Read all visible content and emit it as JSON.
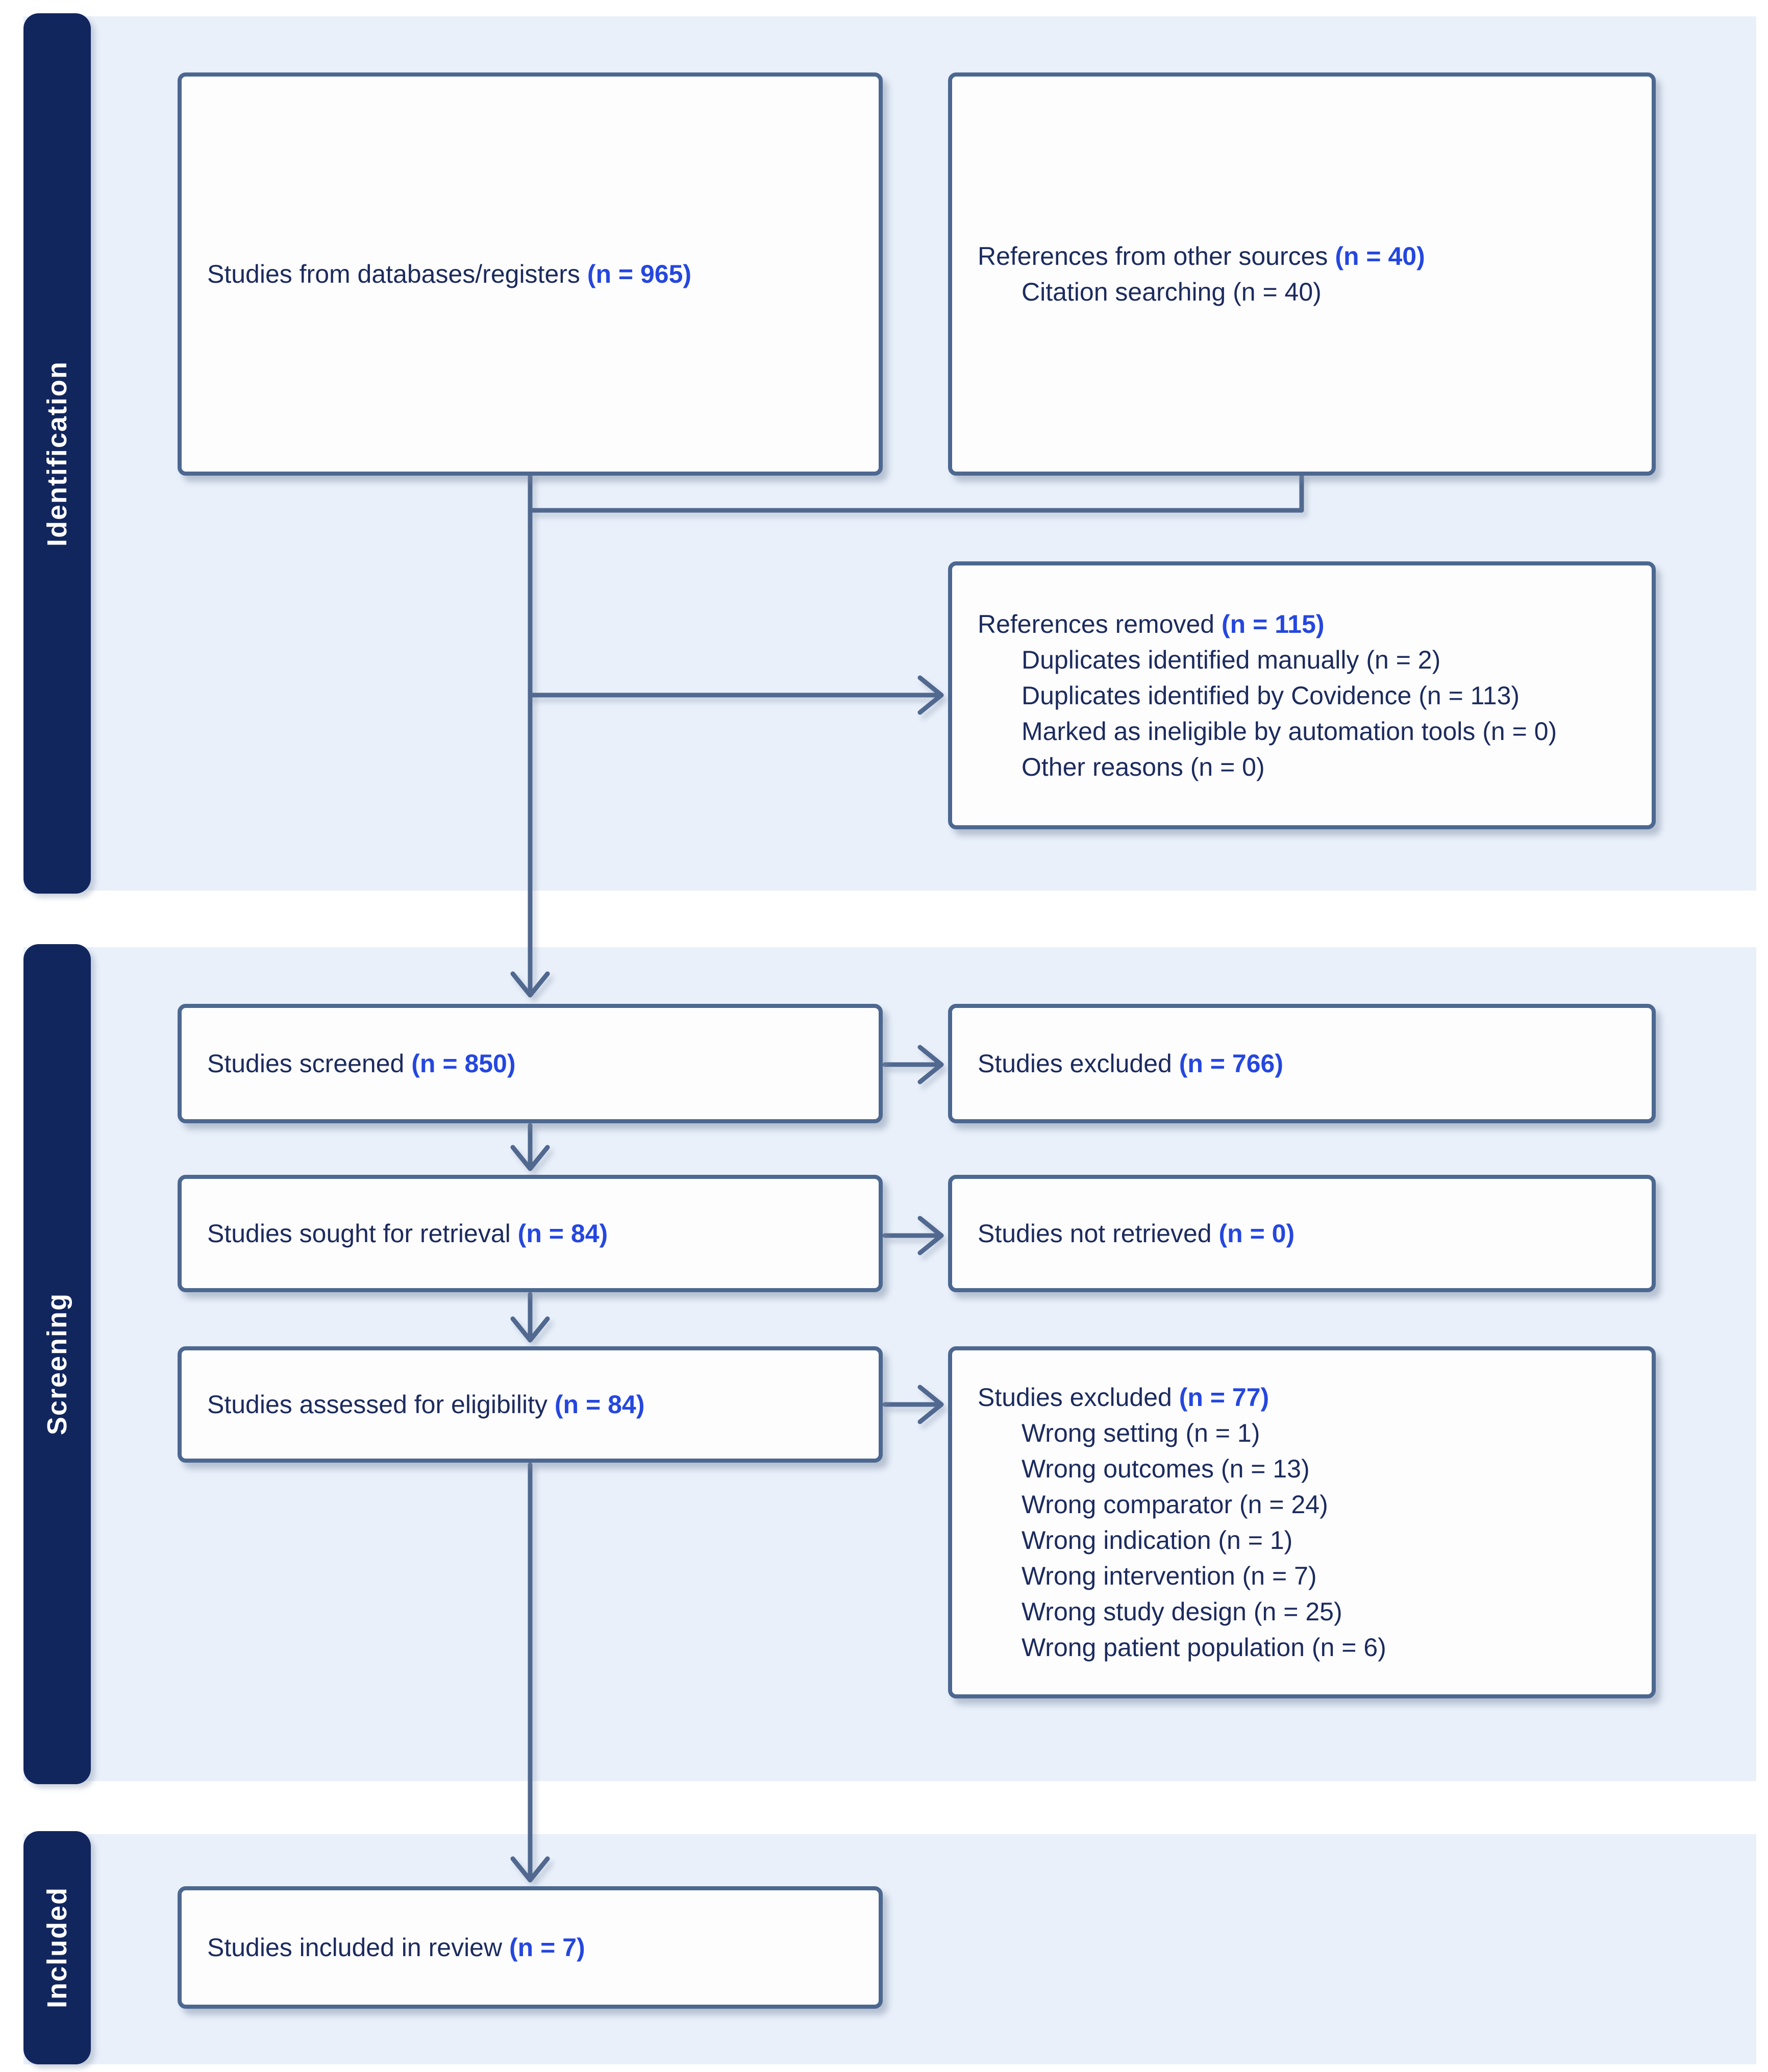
{
  "sections": {
    "identification": {
      "label": "Identification"
    },
    "screening": {
      "label": "Screening"
    },
    "included": {
      "label": "Included"
    }
  },
  "boxes": {
    "databases": {
      "label": "Studies from databases/registers",
      "count": "(n = 965)"
    },
    "other_sources": {
      "label": "References from other sources",
      "count": "(n = 40)",
      "items": [
        "Citation searching (n = 40)"
      ]
    },
    "removed": {
      "label": "References removed",
      "count": "(n = 115)",
      "items": [
        "Duplicates identified manually (n = 2)",
        "Duplicates identified by Covidence (n = 113)",
        "Marked as ineligible by automation tools (n = 0)",
        "Other reasons (n = 0)"
      ]
    },
    "screened": {
      "label": "Studies screened",
      "count": "(n = 850)"
    },
    "excluded_screening": {
      "label": "Studies excluded",
      "count": "(n = 766)"
    },
    "sought": {
      "label": "Studies sought for retrieval",
      "count": "(n = 84)"
    },
    "not_retrieved": {
      "label": "Studies not retrieved",
      "count": "(n = 0)"
    },
    "assessed": {
      "label": "Studies assessed for eligibility",
      "count": "(n = 84)"
    },
    "excluded_eligibility": {
      "label": "Studies excluded",
      "count": "(n = 77)",
      "items": [
        "Wrong setting (n = 1)",
        "Wrong outcomes (n = 13)",
        "Wrong comparator (n = 24)",
        "Wrong indication (n = 1)",
        "Wrong intervention (n = 7)",
        "Wrong study design (n = 25)",
        "Wrong patient population (n = 6)"
      ]
    },
    "included": {
      "label": "Studies included in review",
      "count": "(n = 7)"
    }
  },
  "colors": {
    "tab_navy": "#12265e",
    "band_blue": "#e9f0fa",
    "border_slate": "#4d6890",
    "arrow_slate": "#51688f",
    "text_navy": "#1c2b5e",
    "count_blue": "#2547df"
  }
}
